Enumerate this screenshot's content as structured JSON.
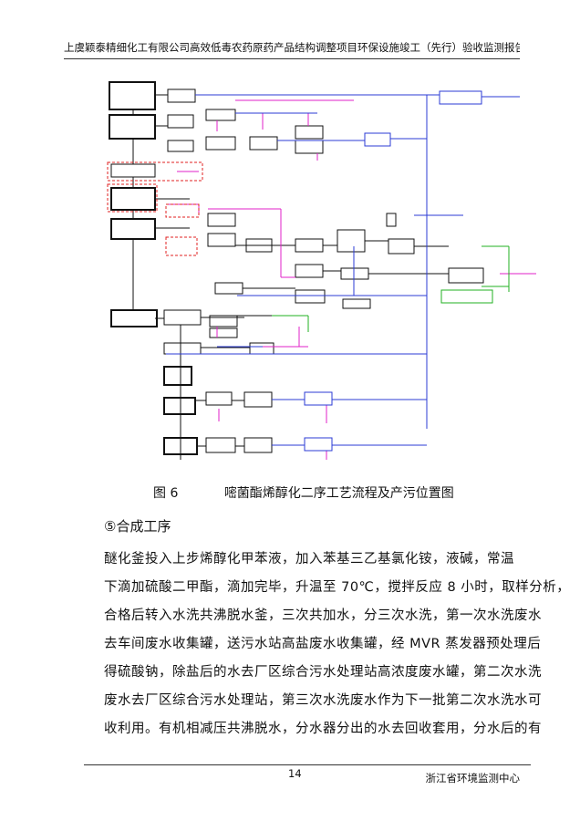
{
  "header": {
    "title": "上虞颖泰精细化工有限公司高效低毒农药原药产品结构调整项目环保设施竣工（先行）验收监测报告（修正稿）"
  },
  "figure": {
    "number": "图 6",
    "caption": "嘧菌酯烯醇化二序工艺流程及产污位置图",
    "colors": {
      "black": "#111111",
      "blue": "#2b3bd6",
      "magenta": "#e020c8",
      "red": "#e02020",
      "green": "#20b020"
    }
  },
  "section": {
    "title": "⑤合成工序"
  },
  "paragraph": {
    "lines": [
      "醚化釜投入上步烯醇化甲苯液，加入苯基三乙基氯化铵，液碱，常温",
      "下滴加硫酸二甲酯，滴加完毕，升温至 70℃，搅拌反应 8 小时，取样分析，",
      "合格后转入水洗共沸脱水釜，三次共加水，分三次水洗，第一次水洗废水",
      "去车间废水收集罐，送污水站高盐废水收集罐，经 MVR 蒸发器预处理后",
      "得硫酸钠，除盐后的水去厂区综合污水处理站高浓度废水罐，第二次水洗",
      "废水去厂区综合污水处理站，第三次水洗废水作为下一批第二次水洗水可",
      "收利用。有机相减压共沸脱水，分水器分出的水去回收套用，分水后的有"
    ]
  },
  "footer": {
    "page": "14",
    "org": "浙江省环境监测中心"
  }
}
